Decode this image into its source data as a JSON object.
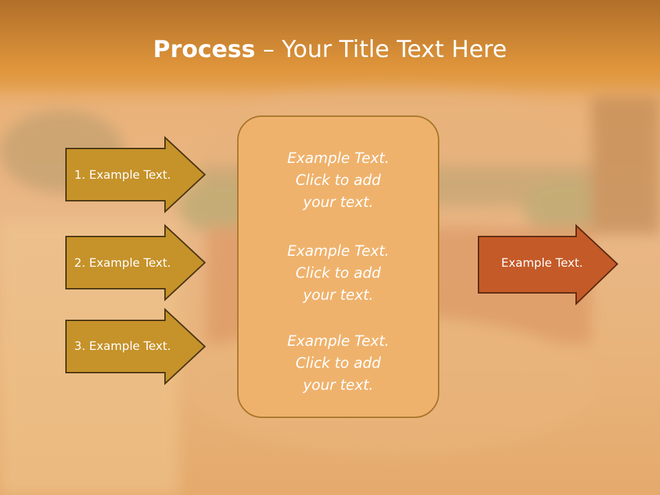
{
  "slide": {
    "title_bold": "Process",
    "title_dash": " – ",
    "title_rest": "Your Title Text Here"
  },
  "left_arrows": [
    {
      "label": "1. Example Text."
    },
    {
      "label": "2. Example Text."
    },
    {
      "label": "3. Example Text."
    }
  ],
  "center_box": {
    "blocks": [
      {
        "line1": "Example Text.",
        "line2": "Click  to add",
        "line3": "your text."
      },
      {
        "line1": "Example Text.",
        "line2": "Click  to add",
        "line3": "your text."
      },
      {
        "line1": "Example Text.",
        "line2": "Click  to add",
        "line3": "your text."
      }
    ]
  },
  "right_arrow": {
    "label": "Example Text."
  },
  "colors": {
    "left_arrow_fill": "#c6922a",
    "left_arrow_stroke": "#4a3612",
    "right_arrow_fill": "#c45a28",
    "right_arrow_stroke": "#5a2a10",
    "center_box_fill": "#efb26c"
  }
}
